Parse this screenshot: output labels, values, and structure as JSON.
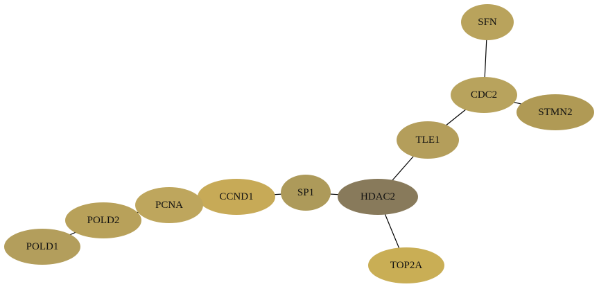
{
  "nodes": [
    {
      "id": "SFN",
      "label": "SFN",
      "color": "#b9a35c"
    },
    {
      "id": "CDC2",
      "label": "CDC2",
      "color": "#b8a35d"
    },
    {
      "id": "STMN2",
      "label": "STMN2",
      "color": "#b09a55"
    },
    {
      "id": "TLE1",
      "label": "TLE1",
      "color": "#b49e5b"
    },
    {
      "id": "HDAC2",
      "label": "HDAC2",
      "color": "#887a5b"
    },
    {
      "id": "SP1",
      "label": "SP1",
      "color": "#ad9a5a"
    },
    {
      "id": "CCND1",
      "label": "CCND1",
      "color": "#c7aa57"
    },
    {
      "id": "PCNA",
      "label": "PCNA",
      "color": "#bea65d"
    },
    {
      "id": "POLD2",
      "label": "POLD2",
      "color": "#b8a15a"
    },
    {
      "id": "POLD1",
      "label": "POLD1",
      "color": "#b39e5c"
    },
    {
      "id": "TOP2A",
      "label": "TOP2A",
      "color": "#c9ae55"
    }
  ],
  "edges": [
    {
      "source": "SFN",
      "target": "CDC2"
    },
    {
      "source": "CDC2",
      "target": "STMN2"
    },
    {
      "source": "CDC2",
      "target": "TLE1"
    },
    {
      "source": "TLE1",
      "target": "HDAC2"
    },
    {
      "source": "HDAC2",
      "target": "TOP2A"
    },
    {
      "source": "HDAC2",
      "target": "SP1"
    },
    {
      "source": "SP1",
      "target": "CCND1"
    },
    {
      "source": "CCND1",
      "target": "PCNA"
    },
    {
      "source": "PCNA",
      "target": "POLD2"
    },
    {
      "source": "POLD2",
      "target": "POLD1"
    }
  ]
}
